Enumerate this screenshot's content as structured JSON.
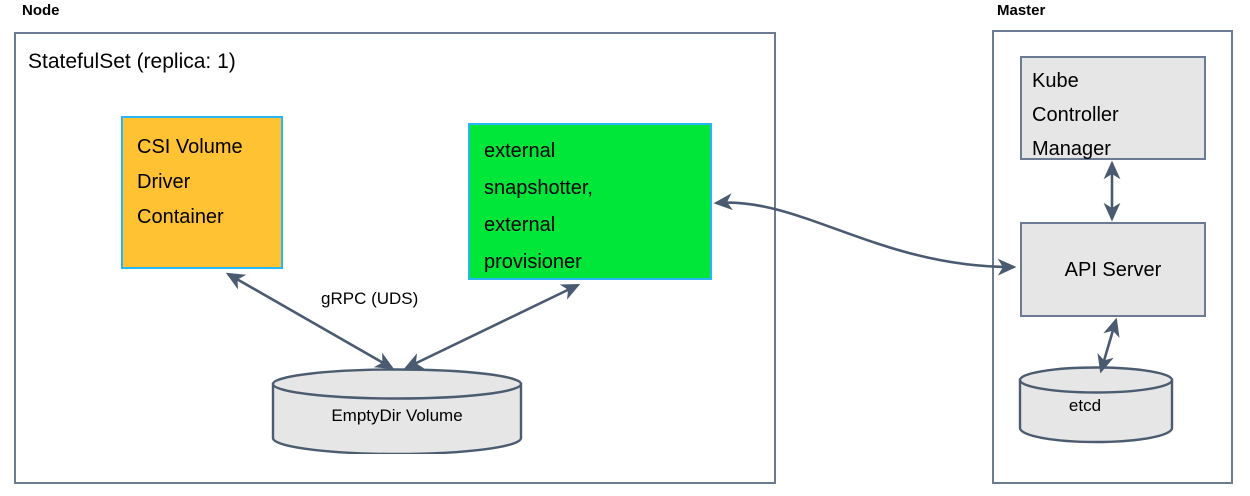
{
  "diagram": {
    "title_hidden": "",
    "zones": [
      {
        "id": "node",
        "label": "Node"
      },
      {
        "id": "master",
        "label": "Master"
      }
    ],
    "node": {
      "title": "StatefulSet (replica: 1)",
      "csi_driver": {
        "lines": [
          "CSI Volume",
          "Driver",
          "Container"
        ],
        "fill": "#FFC233",
        "border": "#29B6F6"
      },
      "external_components": {
        "lines": [
          "external",
          "snapshotter,",
          "external",
          "provisioner"
        ],
        "fill": "#00E639",
        "border": "#29B6F6"
      },
      "emptydir": {
        "label": "EmptyDir Volume",
        "fill": "#E6E6E6",
        "border": "#4C5C70"
      },
      "grpc_edge_label": "gRPC (UDS)"
    },
    "master": {
      "kube_controller_manager": {
        "lines": [
          "Kube",
          "Controller",
          "Manager"
        ],
        "fill": "#E6E6E6",
        "border": "#6C7B91"
      },
      "api_server": {
        "label": "API Server",
        "fill": "#E6E6E6",
        "border": "#6C7B91"
      },
      "etcd": {
        "label": "etcd",
        "fill": "#E6E6E6",
        "border": "#4C5C70"
      }
    },
    "colors": {
      "zone_border": "#6C7B91",
      "connector": "#4A5A70",
      "page_background": "#FFFFFF"
    },
    "connections": [
      {
        "from": "csi-volume-driver-container",
        "to": "emptydir-volume",
        "style": "double-arrow",
        "label": "gRPC (UDS)"
      },
      {
        "from": "external-components",
        "to": "emptydir-volume",
        "style": "double-arrow",
        "label": ""
      },
      {
        "from": "external-components",
        "to": "api-server",
        "style": "double-arrow-curved",
        "label": ""
      },
      {
        "from": "kube-controller-manager",
        "to": "api-server",
        "style": "double-arrow",
        "label": ""
      },
      {
        "from": "api-server",
        "to": "etcd",
        "style": "double-arrow",
        "label": ""
      }
    ]
  }
}
